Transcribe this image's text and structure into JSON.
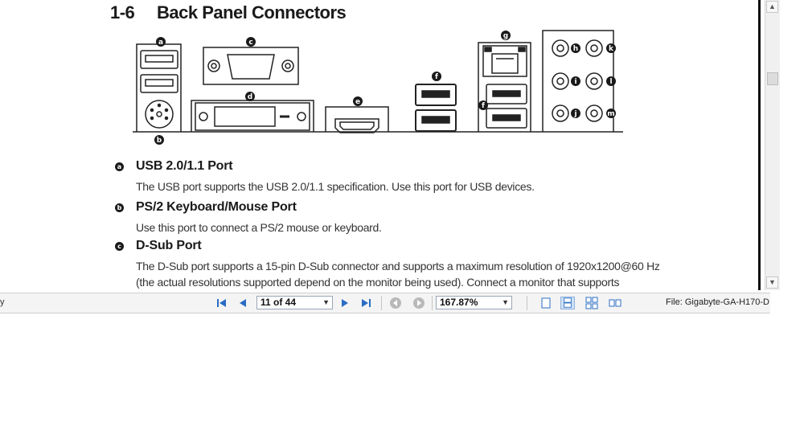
{
  "section": {
    "number": "1-6",
    "title": "Back Panel Connectors"
  },
  "diagram_markers": [
    "a",
    "b",
    "c",
    "d",
    "e",
    "f",
    "f",
    "g",
    "h",
    "i",
    "j",
    "k",
    "l",
    "m"
  ],
  "items": [
    {
      "marker": "a",
      "title": "USB 2.0/1.1 Port",
      "lines": [
        "The USB port supports the USB 2.0/1.1 specification. Use this port for USB devices."
      ]
    },
    {
      "marker": "b",
      "title": "PS/2 Keyboard/Mouse Port",
      "lines": [
        "Use this port to connect a PS/2 mouse or keyboard."
      ]
    },
    {
      "marker": "c",
      "title": "D-Sub Port",
      "lines": [
        "The D-Sub port supports a 15-pin D-Sub connector and supports a maximum resolution of 1920x1200@60 Hz",
        "(the actual resolutions supported depend on the monitor being used). Connect a monitor that supports"
      ]
    }
  ],
  "statusbar": {
    "left_text": "y",
    "page": "11 of 44",
    "zoom": "167.87%",
    "file": "File: Gigabyte-GA-H170-D"
  },
  "icons": {
    "nav": [
      "first-page-icon",
      "prev-page-icon",
      "next-page-icon",
      "last-page-icon",
      "back-icon",
      "forward-icon"
    ],
    "view": [
      "single-page-view-icon",
      "continuous-view-icon",
      "facing-view-icon",
      "continuous-facing-view-icon"
    ]
  },
  "colors": {
    "toolbar_icon_blue": "#2b6cc4",
    "active_view": "#cfe0f5"
  }
}
